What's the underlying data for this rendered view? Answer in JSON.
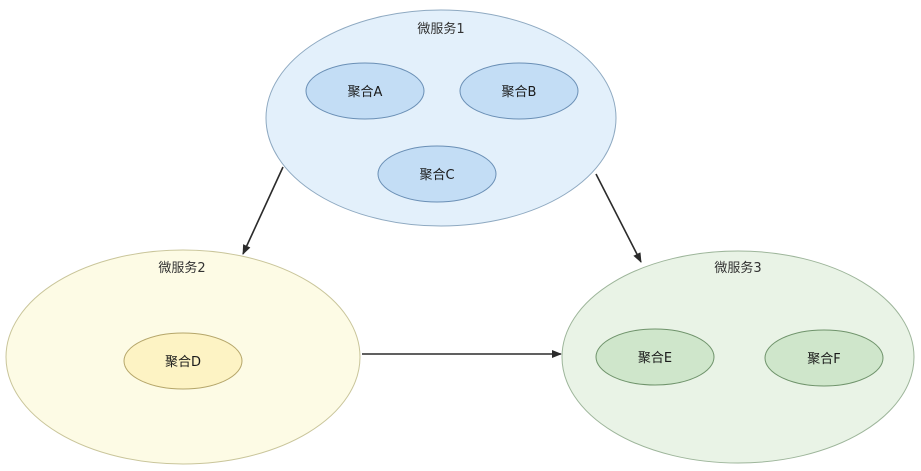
{
  "services": [
    {
      "id": "svc1",
      "title": "微服务1",
      "fill": "#e3f0fb",
      "stroke": "#8ea9c1",
      "aggregates": [
        {
          "id": "A",
          "label": "聚合A",
          "fill": "#c3ddf5",
          "stroke": "#6a8fb5"
        },
        {
          "id": "B",
          "label": "聚合B",
          "fill": "#c3ddf5",
          "stroke": "#6a8fb5"
        },
        {
          "id": "C",
          "label": "聚合C",
          "fill": "#c3ddf5",
          "stroke": "#6a8fb5"
        }
      ]
    },
    {
      "id": "svc2",
      "title": "微服务2",
      "fill": "#fdfbe5",
      "stroke": "#c9c59a",
      "aggregates": [
        {
          "id": "D",
          "label": "聚合D",
          "fill": "#fdf3c4",
          "stroke": "#b5a66a"
        }
      ]
    },
    {
      "id": "svc3",
      "title": "微服务3",
      "fill": "#e9f3e6",
      "stroke": "#9db59a",
      "aggregates": [
        {
          "id": "E",
          "label": "聚合E",
          "fill": "#cfe6cb",
          "stroke": "#6f936b"
        },
        {
          "id": "F",
          "label": "聚合F",
          "fill": "#cfe6cb",
          "stroke": "#6f936b"
        }
      ]
    }
  ],
  "edges": [
    {
      "from": "svc1",
      "to": "svc2"
    },
    {
      "from": "svc1",
      "to": "svc3"
    },
    {
      "from": "svc2",
      "to": "svc3"
    }
  ],
  "colors": {
    "arrow": "#2b2b2b"
  }
}
